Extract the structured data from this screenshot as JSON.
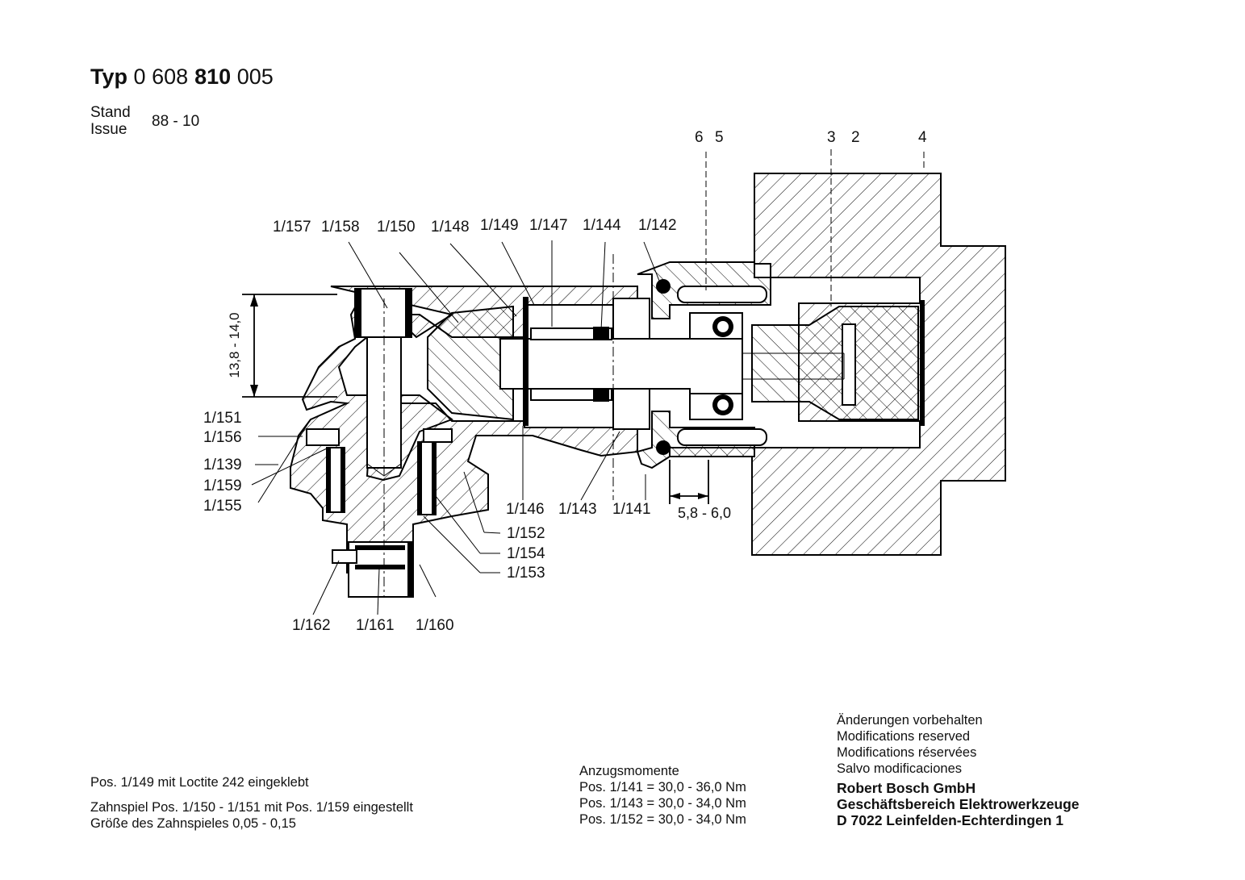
{
  "header": {
    "type_prefix": "Typ",
    "type_a": "0",
    "type_b": "608",
    "type_c": "810",
    "type_d": "005",
    "stand": "Stand",
    "issue": "Issue",
    "issue_value": "88 - 10"
  },
  "callouts_top": {
    "c6": "6",
    "c5": "5",
    "c3": "3",
    "c2": "2",
    "c4": "4",
    "p157": "1/157",
    "p158": "1/158",
    "p150": "1/150",
    "p148": "1/148",
    "p149": "1/149",
    "p147": "1/147",
    "p144": "1/144",
    "p142": "1/142"
  },
  "callouts_left": {
    "p151": "1/151",
    "p156": "1/156",
    "p139": "1/139",
    "p159": "1/159",
    "p155": "1/155"
  },
  "callouts_bottom": {
    "p146": "1/146",
    "p143": "1/143",
    "p141": "1/141",
    "p152": "1/152",
    "p154": "1/154",
    "p153": "1/153",
    "p162": "1/162",
    "p161": "1/161",
    "p160": "1/160"
  },
  "dimensions": {
    "height": "13,8 - 14,0",
    "gap": "5,8 - 6,0"
  },
  "notes": {
    "loctite": "Pos. 1/149 mit  Loctite 242  eingeklebt",
    "zahnspiel": "Zahnspiel Pos. 1/150 - 1/151 mit Pos. 1/159 eingestellt",
    "groesse": "Größe des Zahnspieles 0,05 - 0,15"
  },
  "torque": {
    "title": "Anzugsmomente",
    "line1": "Pos. 1/141 = 30,0 - 36,0 Nm",
    "line2": "Pos. 1/143 = 30,0 - 34,0 Nm",
    "line3": "Pos. 1/152 = 30,0 - 34,0 Nm"
  },
  "footer": {
    "mod_de": "Änderungen vorbehalten",
    "mod_en": "Modifications reserved",
    "mod_fr": "Modifications réservées",
    "mod_es": "Salvo modificaciones",
    "company": "Robert Bosch GmbH",
    "division": "Geschäftsbereich Elektrowerkzeuge",
    "address": "D 7022 Leinfelden-Echterdingen 1"
  }
}
